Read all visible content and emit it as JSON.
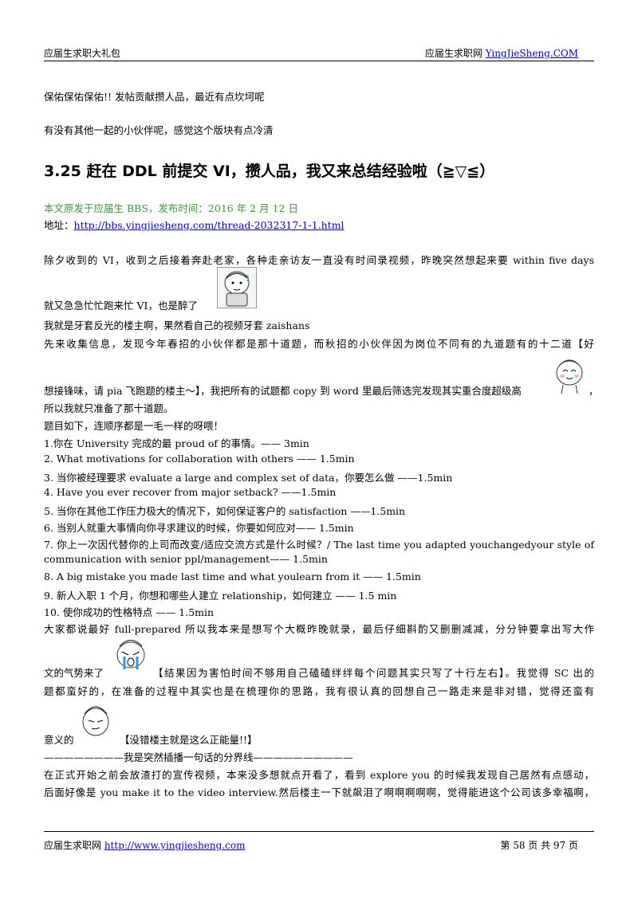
{
  "header": {
    "left": "应届生求职大礼包",
    "right_prefix": "应届生求职网 ",
    "right_link": "YingJieSheng.COM"
  },
  "intro": {
    "line1": "保佑保佑保佑!! 发帖贡献攒人品，最近有点坎坷呢",
    "line2": "有没有其他一起的小伙伴呢，感觉这个版块有点冷清"
  },
  "article": {
    "title": "3.25 赶在 DDL 前提交 VI，攒人品，我又来总结经验啦（≧▽≦）",
    "source": "本文原发于应届生 BBS，发布时间：2016 年 2 月 12 日",
    "address_label": "地址：",
    "address_url": "http://bbs.yingjiesheng.com/thread-2032317-1-1.html",
    "p1_l1": "除夕收到的 VI，收到之后接着奔赴老家，各种走亲访友一直没有时间录视频，昨晚突然想起来要 within five days",
    "p1_l2": "就又急急忙忙跑来忙 VI，也是醉了",
    "p2": "我就是牙套反光的楼主啊，果然看自己的视频牙套 zaishans",
    "p3_l1": "先来收集信息，发现今年春招的小伙伴都是那十道题，而秋招的小伙伴因为岗位不同有的九道题有的十二道【好",
    "p3_l2": "想接锋味，请 pia 飞跑题的楼主～】，我把所有的试题都 copy 到 word 里最后筛选完发现其实重合度超级高",
    "p3_l2_tail": "，",
    "p3_l3": "所以我就只准备了那十道题。",
    "p4": "题目如下，连顺序都是一毛一样的呀喂！",
    "questions": [
      "1.你在 University 完成的最 proud of 的事情。—— 3min",
      "2. What motivations for collaboration with others —— 1.5min",
      "3.  当你被经理要求 evaluate a large and complex set of data，你要怎么做  ——1.5min",
      "4. Have you ever recover from major setback? ——1.5min",
      "5.  当你在其他工作压力极大的情况下，如何保证客户的 satisfaction ——1.5min",
      "6.  当别人就重大事情向你寻求建议的时候，你要如何应对—— 1.5min",
      "7.  你上一次因代替你的上司而改变/适应交流方式是什么时候？/ The last time you adapted youchangedyour style of",
      "communication with senior ppl/management—— 1.5min",
      "8. A big mistake you made last time and what youlearn from it —— 1.5min",
      "9.  新人入职 1 个月，你想和哪些人建立 relationship，如何建立  —— 1.5 min",
      "10.  使你成功的性格特点  —— 1.5min"
    ],
    "p5_l1": "大家都说最好 full-prepared 所以我本来是想写个大概昨晚就录，最后仔细斟酌又删删减减，分分钟要拿出写大作",
    "p5_l2a": "文的气势来了",
    "p5_l2b": "【结果因为害怕时间不够用自己磕磕绊绊每个问题其实只写了十行左右】。我觉得 SC 出的",
    "p5_l3": "题都蛮好的，在准备的过程中其实也是在梳理你的思路，我有很认真的回想自己一路走来是非对错，觉得还蛮有",
    "p5_l4a": "意义的",
    "p5_l4b": "【没错楼主就是这么正能量!!】",
    "divider": "————————我是突然插播一句话的分界线——————————",
    "p6_l1": "在正式开始之前会放渣打的宣传视频，本来没多想就点开看了，看到 explore you 的时候我发现自己居然有点感动，",
    "p6_l2": "后面好像是 you make it to the video interview.然后楼主一下就飙泪了啊啊啊啊啊，觉得能进这个公司该多幸福啊，"
  },
  "footer": {
    "left_prefix": "应届生求职网 ",
    "left_link": "http://www.yingjiesheng.com",
    "right": "第 58 页 共 97 页"
  }
}
